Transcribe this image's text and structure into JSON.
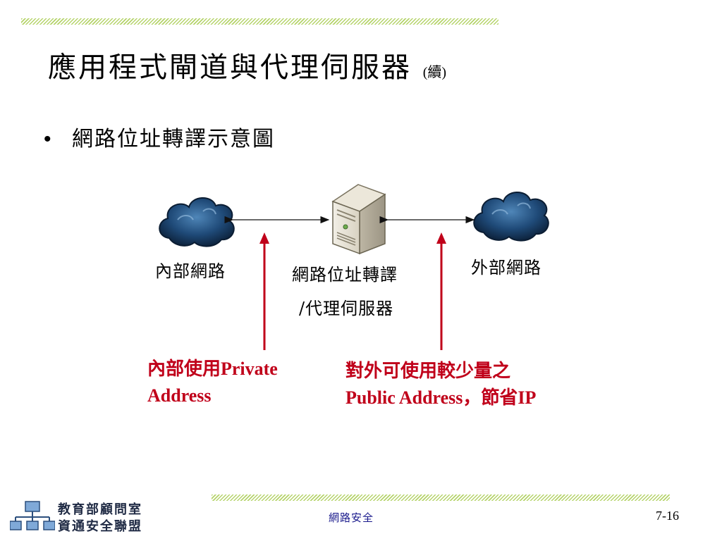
{
  "slide": {
    "title": "應用程式閘道與代理伺服器",
    "title_suffix": "(續)",
    "bullet": "網路位址轉譯示意圖"
  },
  "diagram": {
    "internal_label": "內部網路",
    "external_label": "外部網路",
    "nat_label_line1": "網路位址轉譯",
    "nat_label_line2": "/代理伺服器",
    "private_note_line1": "內部使用Private",
    "private_note_line2": "Address",
    "public_note_line1": "對外可使用較少量之",
    "public_note_line2": "Public Address，節省IP",
    "note_color": "#c0001a"
  },
  "footer": {
    "org_line1": "教育部顧問室",
    "org_line2": "資通安全聯盟",
    "course": "網路安全",
    "page": "7-16"
  }
}
